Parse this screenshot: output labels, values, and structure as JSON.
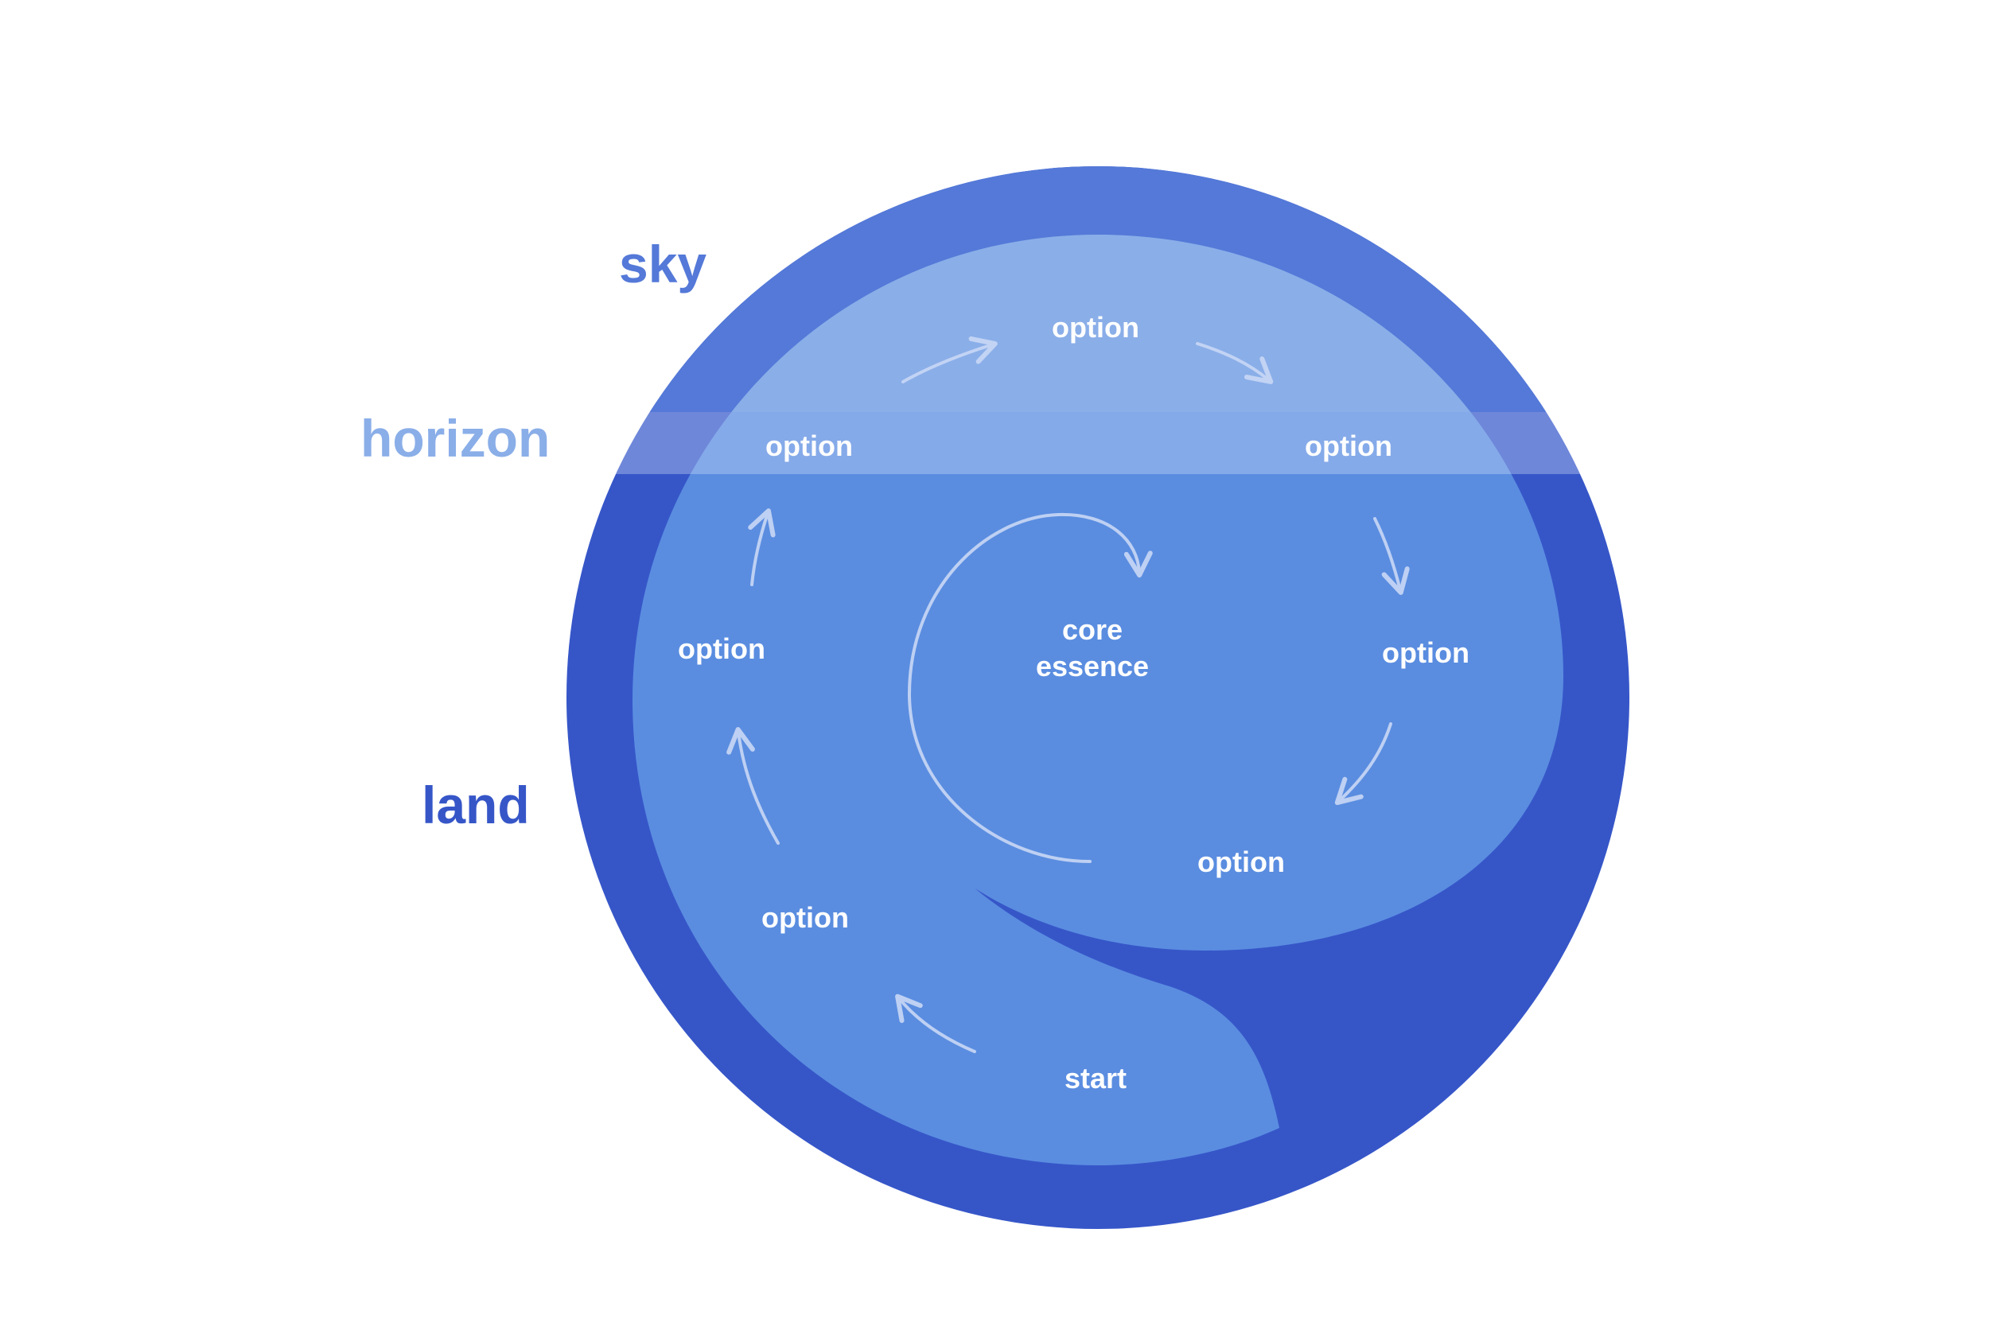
{
  "zones": {
    "sky": "sky",
    "horizon": "horizon",
    "land": "land"
  },
  "nodes": {
    "start": "start",
    "option_lower_left": "option",
    "option_left": "option",
    "option_horizon_left": "option",
    "option_top": "option",
    "option_horizon_right": "option",
    "option_right": "option",
    "option_lower_right": "option",
    "core_line1": "core",
    "core_line2": "essence"
  },
  "colors": {
    "sky_ring": "#5479d8",
    "sky_inner": "#8aaee8",
    "land_ring": "#3656c8",
    "land_inner": "#5a8de0",
    "horizon_band": "#d6e2fa",
    "sky_label": "#5479d8",
    "horizon_label": "#8aaee8",
    "land_label": "#3656c8",
    "node_text": "#ffffff",
    "arrow": "#c9d8f6"
  }
}
